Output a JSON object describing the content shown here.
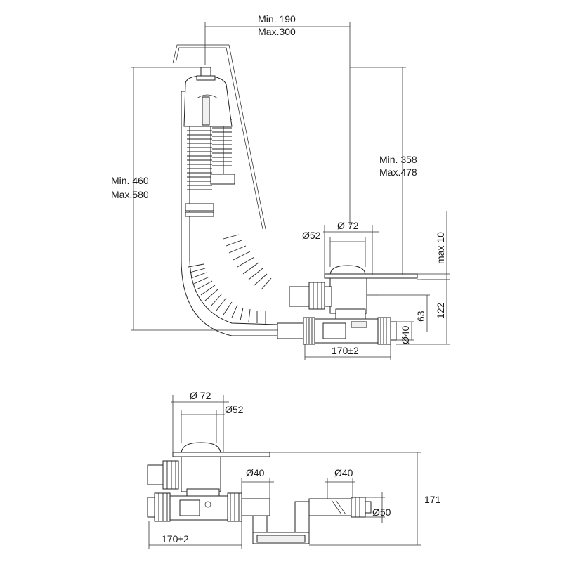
{
  "top_view": {
    "dim_width_min": "Min. 190",
    "dim_width_max": "Max.300",
    "dim_height_min": "Min. 460",
    "dim_height_max": "Max.580",
    "dim_overflow_min": "Min. 358",
    "dim_overflow_max": "Max.478",
    "dim_dia72": "Ø 72",
    "dim_dia52": "Ø52",
    "dim_max10": "max 10",
    "dim_63": "63",
    "dim_122": "122",
    "dim_dia40": "Ø40",
    "dim_170": "170±2"
  },
  "bottom_view": {
    "dim_dia72": "Ø 72",
    "dim_dia52": "Ø52",
    "dim_dia40_left": "Ø40",
    "dim_dia40_right": "Ø40",
    "dim_dia50": "Ø50",
    "dim_171": "171",
    "dim_170": "170±2"
  }
}
